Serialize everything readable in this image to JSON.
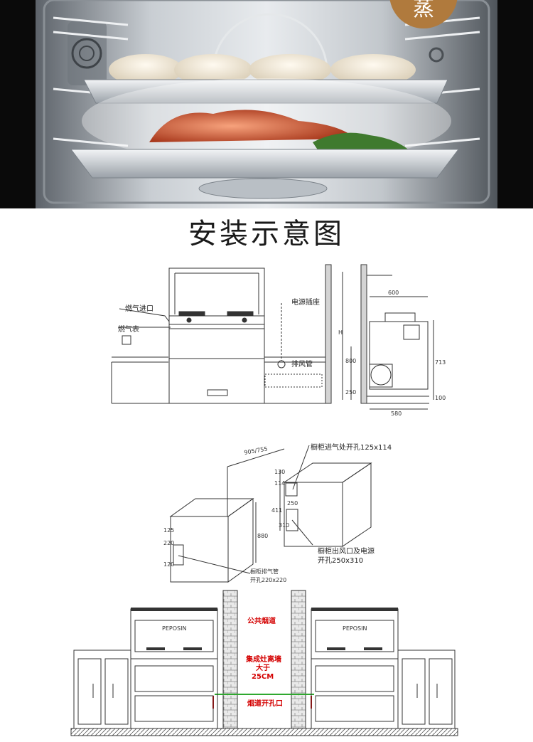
{
  "photo": {
    "badge_text": "蒸",
    "colors": {
      "background": "#0a0a0a",
      "badge": "#b07a3d",
      "steel": "#c9ced3"
    }
  },
  "title": "安装示意图",
  "side_view": {
    "labels": {
      "gas_inlet": "燃气进口",
      "gas_meter": "燃气表",
      "power_socket": "电源插座",
      "exhaust_pipe": "排风管"
    },
    "dims": {
      "top_width": "600",
      "height": "H",
      "d800": "800",
      "d250": "250",
      "d713": "713",
      "d100": "100",
      "base": "580"
    }
  },
  "cabinet_view": {
    "labels": {
      "intake_cutout": "橱柜进气处开孔125x114",
      "outlet_cutout_line1": "橱柜出风口及电源",
      "outlet_cutout_line2": "开孔250x310",
      "exhaust_cutout_line1": "橱柜排气管",
      "exhaust_cutout_line2": "开孔220x220"
    },
    "dims": {
      "width": "905/755",
      "d130": "130",
      "d114": "114",
      "d250": "250",
      "d411": "411",
      "d310": "310",
      "d880": "880",
      "d125": "125",
      "d220": "220",
      "d120": "120"
    }
  },
  "flue_view": {
    "labels": {
      "public_flue": "公共烟道",
      "distance_line1": "集成灶离墙",
      "distance_line2": "大于",
      "distance_line3": "25CM",
      "flue_opening": "烟道开孔口"
    },
    "brand_left": "PEPOSIN",
    "brand_right": "PEPOSIN",
    "colors": {
      "label": "#d40000",
      "pipe": "#2fa82f"
    }
  }
}
